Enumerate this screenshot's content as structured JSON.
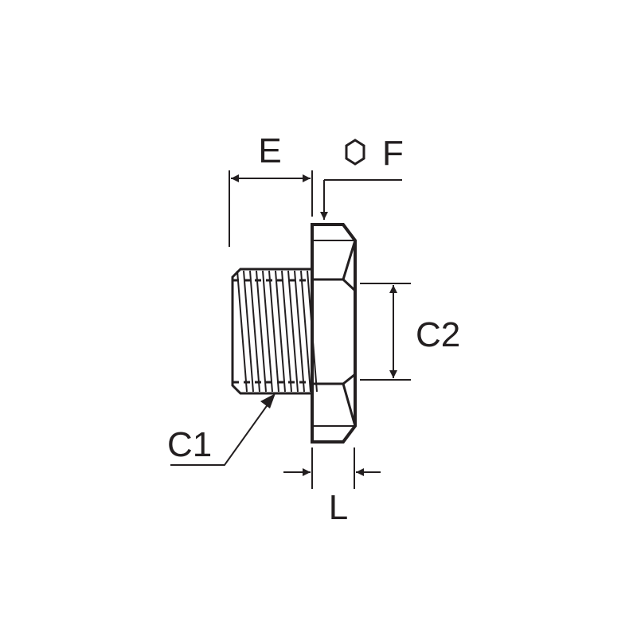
{
  "labels": {
    "e": "E",
    "f": "F",
    "c1": "C1",
    "c2": "C2",
    "l": "L"
  },
  "icons": {
    "hex": "hexagon-icon"
  },
  "colors": {
    "ink": "#231f20",
    "background": "#ffffff"
  }
}
